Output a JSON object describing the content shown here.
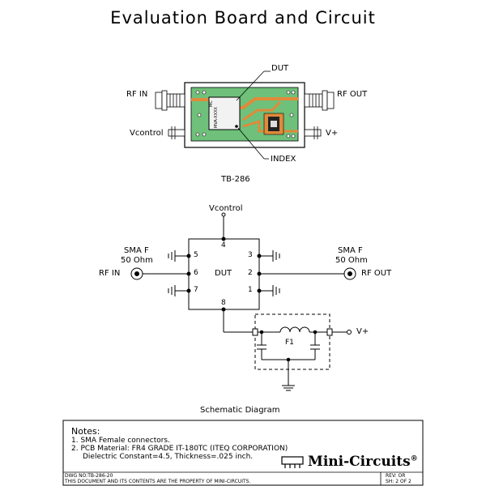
{
  "title": "Evaluation Board and Circuit",
  "board": {
    "rf_in": "RF IN",
    "rf_out": "RF OUT",
    "dut": "DUT",
    "vcontrol": "Vcontrol",
    "vplus": "V+",
    "index": "INDEX",
    "chip_text_1": "MC",
    "chip_text_2": "MVA-XXXX",
    "part": "TB-286"
  },
  "schematic": {
    "vcontrol": "Vcontrol",
    "sma_left_1": "SMA F",
    "sma_left_2": "50 Ohm",
    "sma_right_1": "SMA F",
    "sma_right_2": "50 Ohm",
    "rf_in": "RF IN",
    "rf_out": "RF OUT",
    "dut": "DUT",
    "pins": [
      "1",
      "2",
      "3",
      "4",
      "5",
      "6",
      "7",
      "8"
    ],
    "filter": "F1",
    "vplus": "V+",
    "caption": "Schematic Diagram"
  },
  "notes": {
    "heading": "Notes:",
    "line1": "1. SMA Female connectors.",
    "line2": "2. PCB Material: FR4 GRADE IT-180TC (ITEQ CORPORATION)",
    "line3": "Dielectric Constant=4.5, Thickness=.025 inch."
  },
  "brand": "Mini-Circuits",
  "brand_mark": "®",
  "footer": {
    "dwg": "DWG NO:TB-286-20",
    "prop": "THIS DOCUMENT AND ITS CONTENTS ARE THE PROPERTY OF MINI-CIRCUITS.",
    "rev": "REV: OR",
    "sheet": "SH: 2 OF 2"
  },
  "colors": {
    "pcb": "#6fc07a",
    "trace": "#e08a3a",
    "chip": "#f2f2f2"
  }
}
